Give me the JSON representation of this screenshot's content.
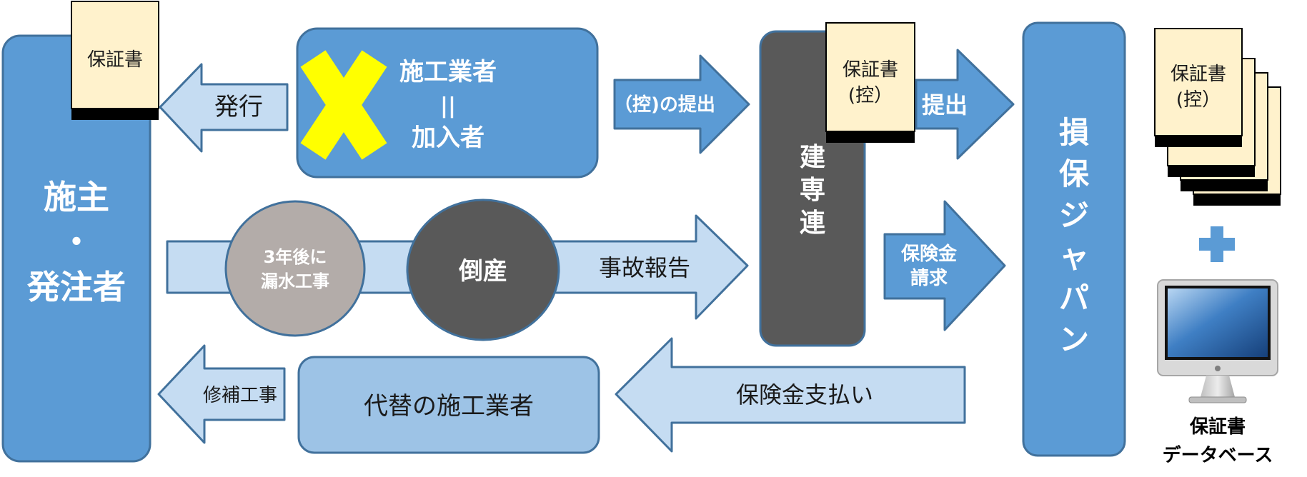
{
  "owner": {
    "lines": [
      "施主",
      "・",
      "発注者"
    ]
  },
  "contractor": {
    "lines": [
      "施工業者",
      "||",
      "加入者"
    ]
  },
  "kensenren": {
    "lines": [
      "建",
      "専",
      "連"
    ]
  },
  "sonpo": {
    "lines": [
      "損",
      "保",
      "ジ",
      "ャ",
      "パ",
      "ン"
    ]
  },
  "cert_top": {
    "text": "保証書"
  },
  "cert_copy": {
    "line1": "保証書",
    "line2": "(控）"
  },
  "cert_stack": {
    "line1": "保証書",
    "line2": "(控）"
  },
  "arrows": {
    "issue": "発行",
    "submit_copy": "（控)の提出",
    "submit": "提出",
    "accident_report": "事故報告",
    "claim_line1": "保険金",
    "claim_line2": "請求",
    "payout": "保険金支払い",
    "repair": "修補工事"
  },
  "leak": {
    "line1": "3年後に",
    "line2": "漏水工事"
  },
  "bankrupt": {
    "text": "倒産"
  },
  "alt_contractor": {
    "text": "代替の施工業者"
  },
  "plus": {
    "text": "+"
  },
  "database": {
    "line1": "保証書",
    "line2": "データベース"
  },
  "colors": {
    "box_blue": "#5b9bd5",
    "box_light": "#9dc3e6",
    "arrow_light": "#c5dcf2",
    "arrow_blue": "#5b9bd5",
    "outline": "#41719c",
    "kensenren": "#595959",
    "cert": "#fff2cc",
    "x_mark": "#ffff00",
    "leak_circle": "#b3aca9",
    "bankrupt_circle": "#595959"
  }
}
